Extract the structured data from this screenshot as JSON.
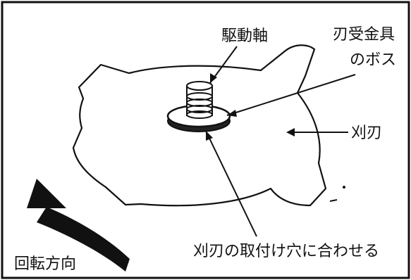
{
  "labels": {
    "drive_shaft": "駆動軸",
    "blade_holder_boss_line1": "刃受金具",
    "blade_holder_boss_line2": "のボス",
    "cutting_blade": "刈刃",
    "alignment_note": "刈刃の取付け穴に合わせる",
    "rotation_direction": "回転方向"
  }
}
